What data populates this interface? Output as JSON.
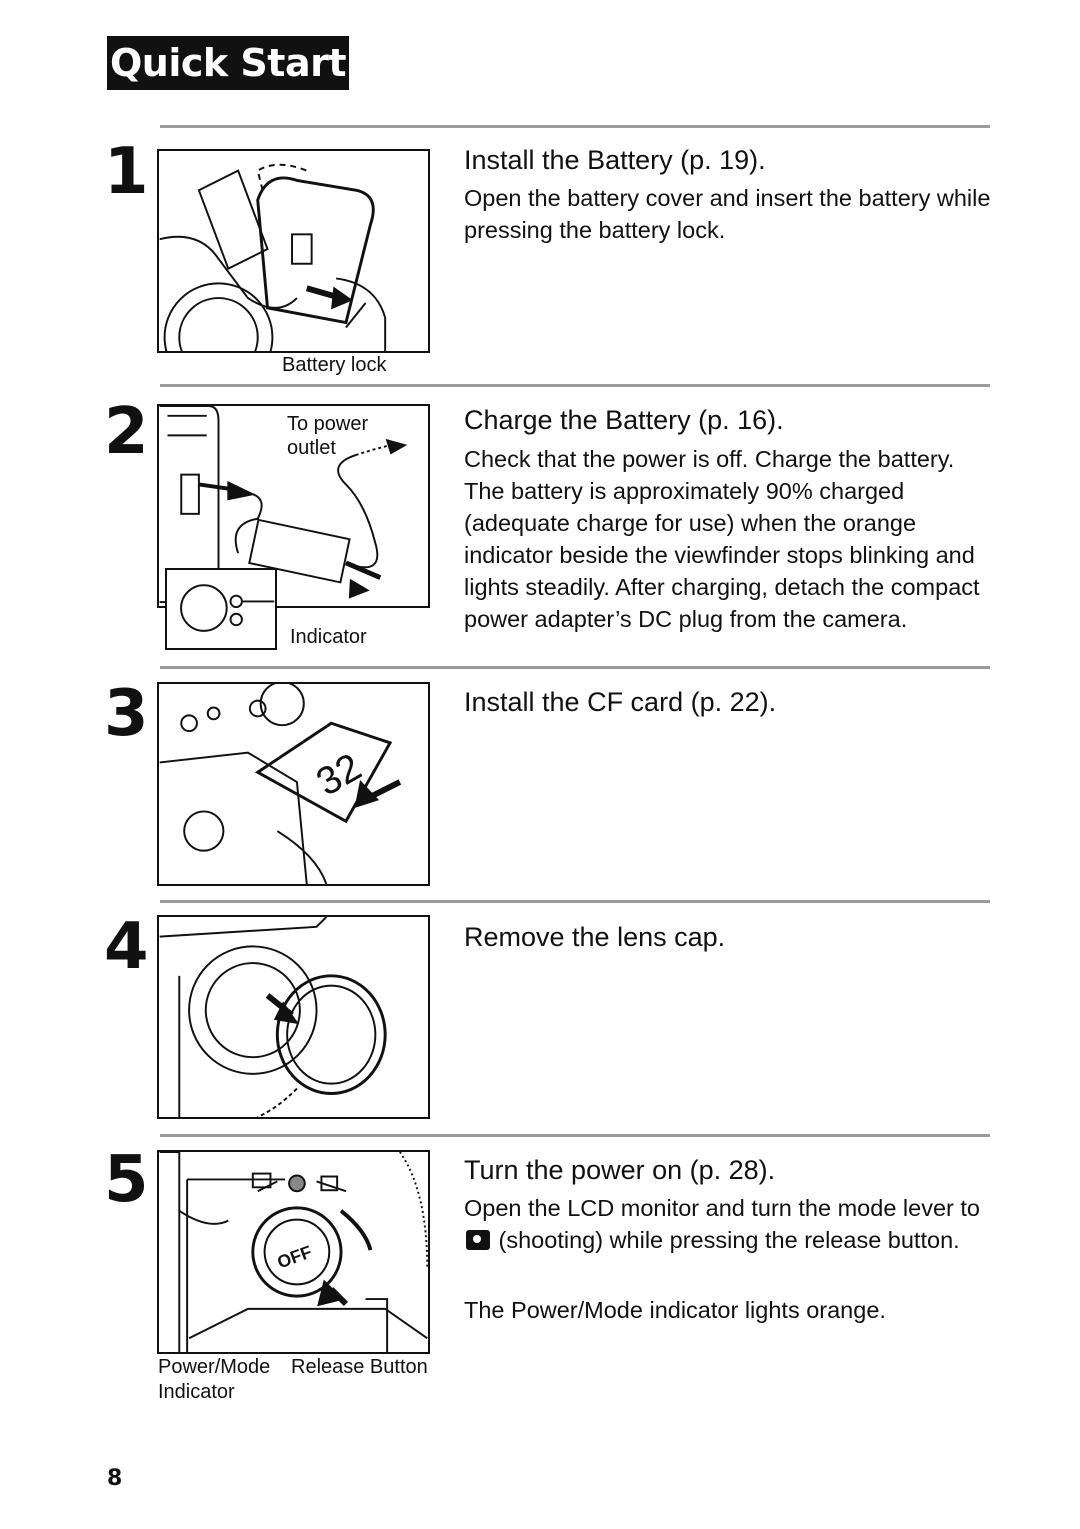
{
  "header": {
    "title": "Quick Start"
  },
  "steps": [
    {
      "number": "1",
      "title": "Install the Battery (p. 19).",
      "text": "Open the battery cover and insert the battery while pressing the battery lock.",
      "captions": [
        "Battery lock"
      ]
    },
    {
      "number": "2",
      "title": "Charge the Battery (p. 16).",
      "text": "Check that the power is off. Charge the battery. The battery is approximately 90% charged (adequate charge for use) when the orange indicator beside the viewfinder stops blinking and lights steadily. After charging, detach the compact power adapter’s DC plug from the camera.",
      "captions": [
        "To power",
        "outlet",
        "Indicator"
      ]
    },
    {
      "number": "3",
      "title": "Install the CF card (p. 22).",
      "captions": [
        "32"
      ]
    },
    {
      "number": "4",
      "title": "Remove the lens cap."
    },
    {
      "number": "5",
      "title": "Turn the power on (p. 28).",
      "text_before_icon": "Open the LCD monitor and turn the mode lever to",
      "text_after_icon": "(shooting) while pressing the release button.",
      "text2": "The Power/Mode indicator lights orange.",
      "captions": [
        "Power/Mode",
        "Indicator",
        "Release Button",
        "OFF"
      ],
      "icon": "camera-icon"
    }
  ],
  "footer": {
    "page_number": "8"
  }
}
